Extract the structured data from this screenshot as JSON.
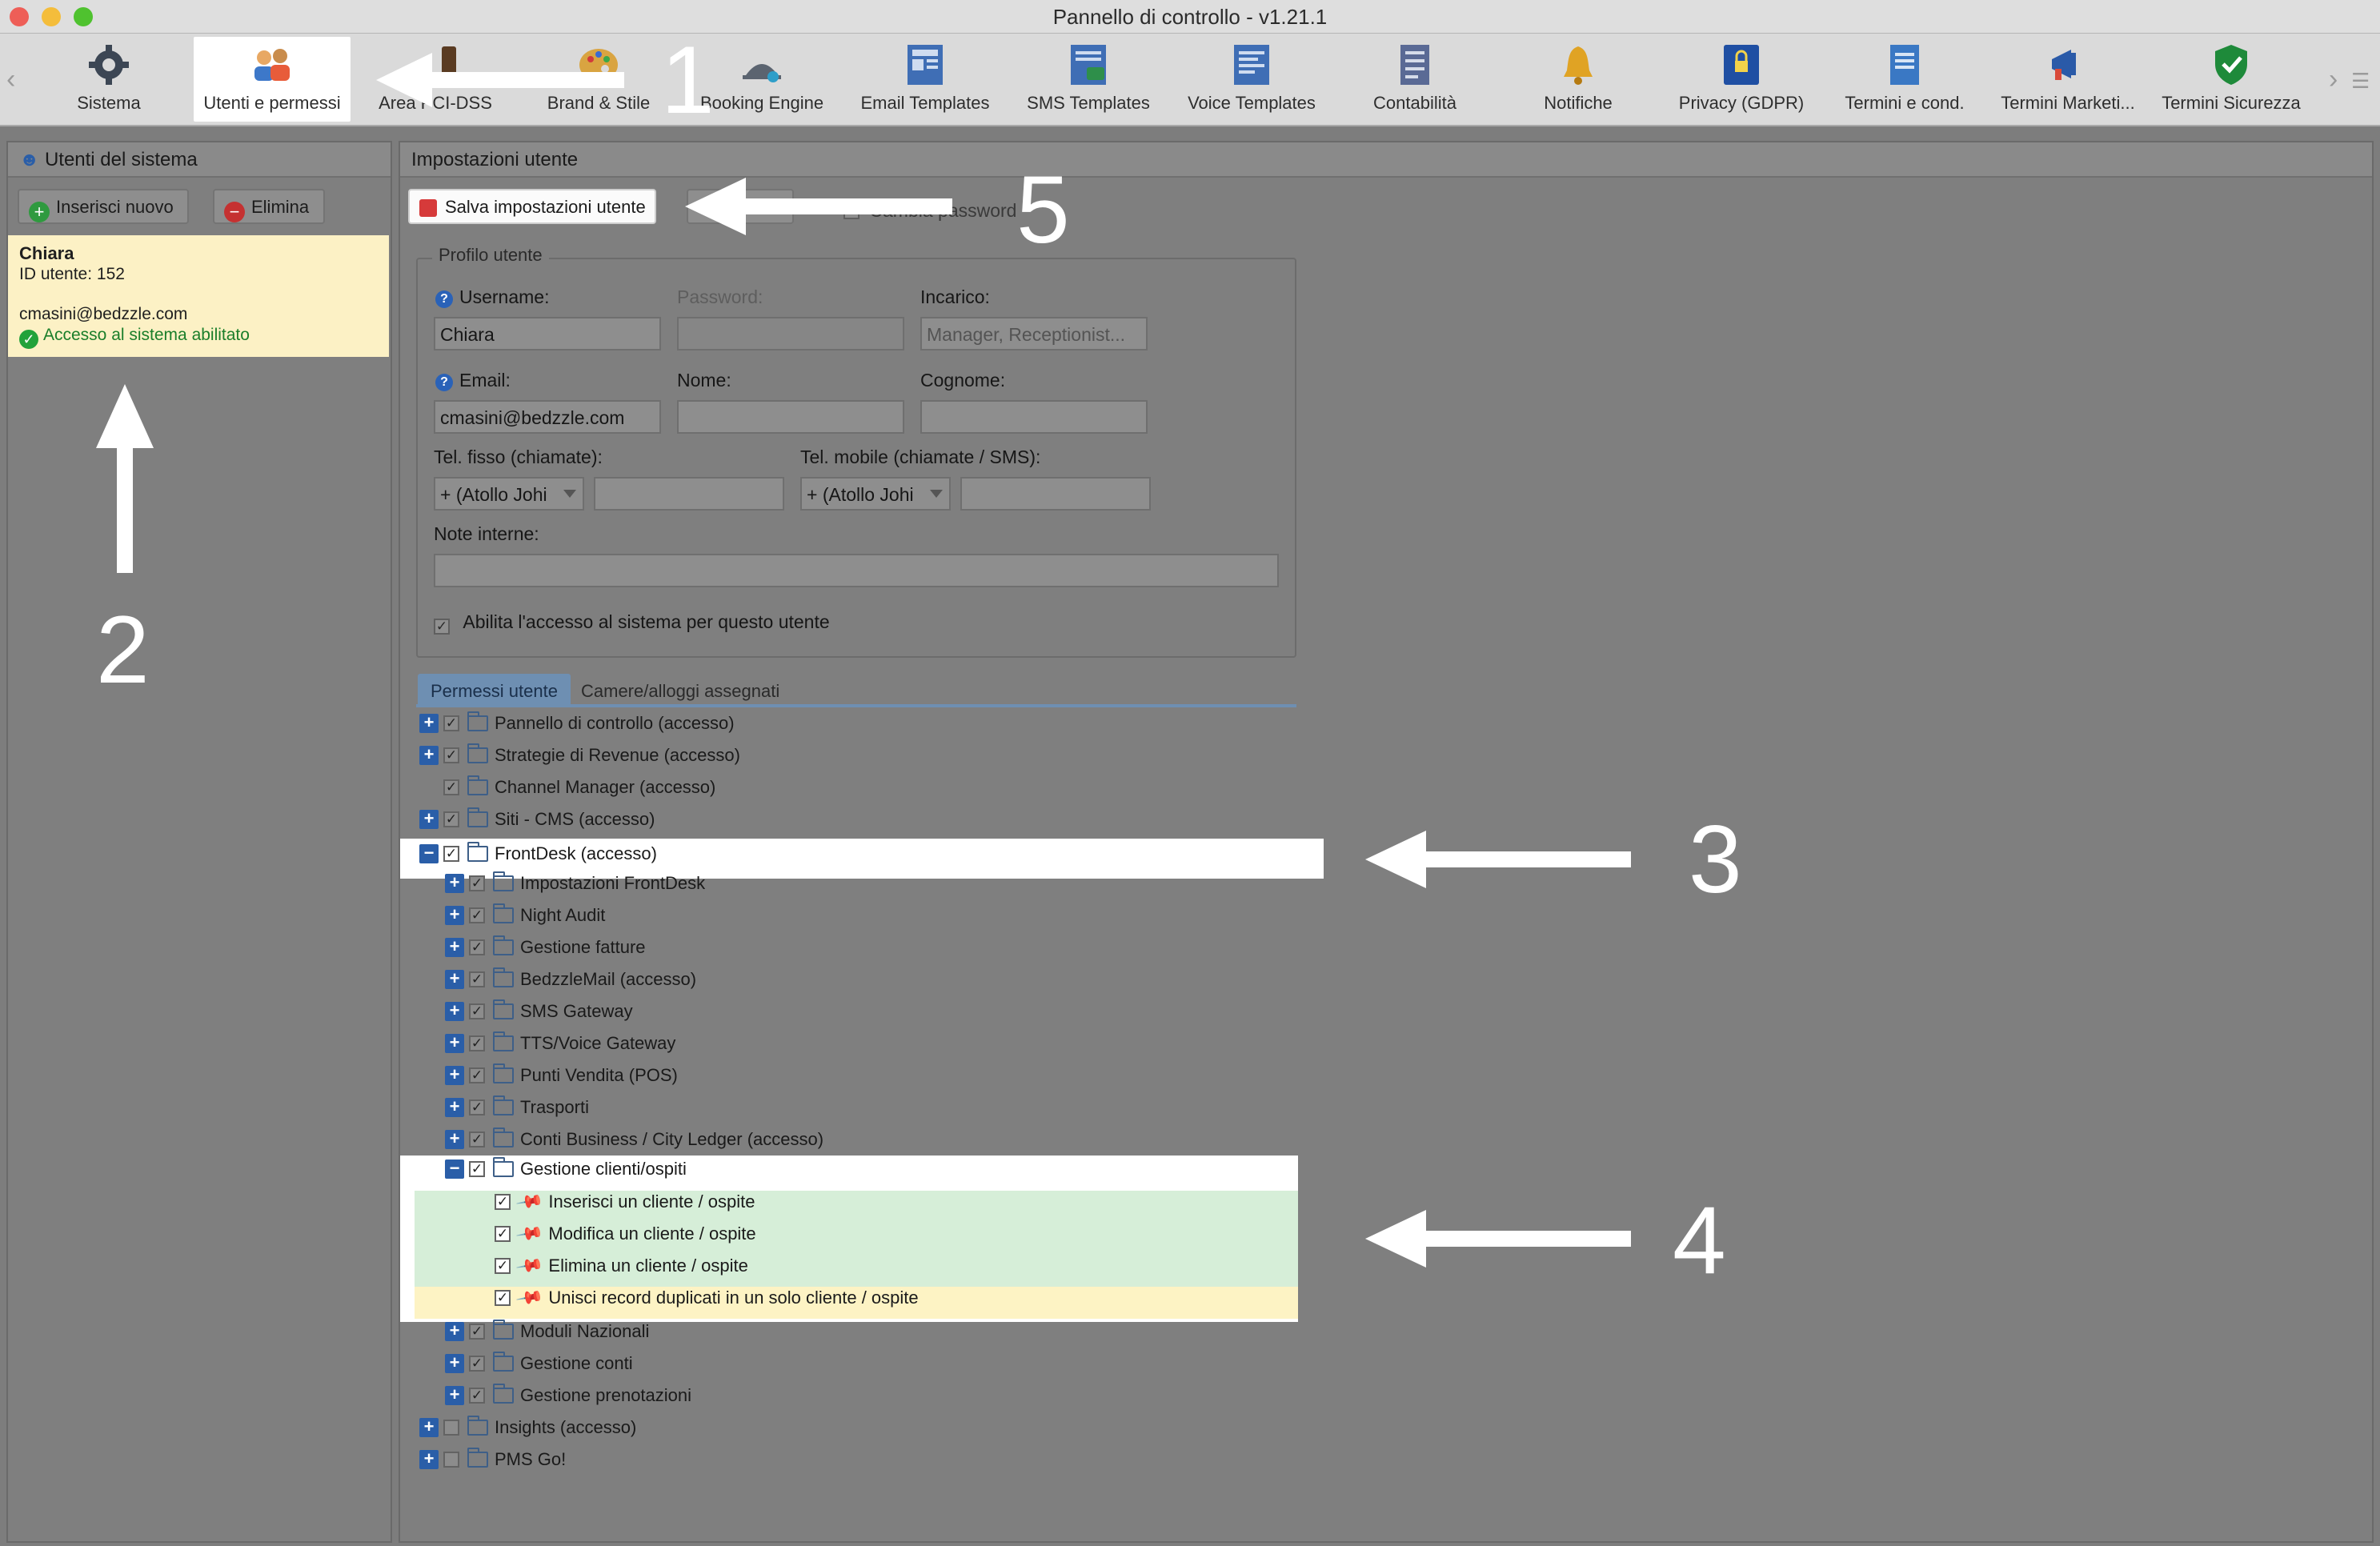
{
  "window": {
    "title": "Pannello di controllo - v1.21.1"
  },
  "toolbar": {
    "items": [
      {
        "label": "Sistema",
        "icon": "gear-icon"
      },
      {
        "label": "Utenti e permessi",
        "icon": "users-icon"
      },
      {
        "label": "Area PCI-DSS",
        "icon": "card-icon"
      },
      {
        "label": "Brand & Stile",
        "icon": "palette-icon"
      },
      {
        "label": "Booking Engine",
        "icon": "booking-icon"
      },
      {
        "label": "Email Templates",
        "icon": "email-template-icon"
      },
      {
        "label": "SMS Templates",
        "icon": "sms-template-icon"
      },
      {
        "label": "Voice Templates",
        "icon": "voice-template-icon"
      },
      {
        "label": "Contabilità",
        "icon": "accounting-icon"
      },
      {
        "label": "Notifiche",
        "icon": "bell-icon"
      },
      {
        "label": "Privacy (GDPR)",
        "icon": "privacy-lock-icon"
      },
      {
        "label": "Termini e cond.",
        "icon": "document-icon"
      },
      {
        "label": "Termini Marketi...",
        "icon": "megaphone-icon"
      },
      {
        "label": "Termini Sicurezza",
        "icon": "shield-icon"
      }
    ]
  },
  "users_panel": {
    "title": "Utenti del sistema",
    "add_label": "Inserisci nuovo",
    "delete_label": "Elimina",
    "selected_user": {
      "name": "Chiara",
      "id_line": "ID utente: 152",
      "email": "cmasini@bedzzle.com",
      "status": "Accesso al sistema abilitato"
    }
  },
  "settings_panel": {
    "title": "Impostazioni utente",
    "save_label": "Salva impostazioni utente",
    "change_password_label": "Cambia password",
    "profile_legend": "Profilo utente",
    "fields": {
      "username_label": "Username:",
      "username_value": "Chiara",
      "password_label": "Password:",
      "role_label": "Incarico:",
      "role_placeholder": "Manager, Receptionist...",
      "email_label": "Email:",
      "email_value": "cmasini@bedzzle.com",
      "name_label": "Nome:",
      "surname_label": "Cognome:",
      "phone_label": "Tel. fisso (chiamate):",
      "phone_prefix": "+ (Atollo Johi",
      "mobile_label": "Tel. mobile (chiamate / SMS):",
      "mobile_prefix": "+ (Atollo Johi",
      "notes_label": "Note interne:",
      "enable_access_label": "Abilita l'accesso al sistema per questo utente"
    },
    "tabs": [
      "Permessi utente",
      "Camere/alloggi assegnati"
    ],
    "tree": [
      {
        "label": "Pannello di controllo (accesso)"
      },
      {
        "label": "Strategie di Revenue (accesso)"
      },
      {
        "label": "Channel Manager (accesso)"
      },
      {
        "label": "Siti - CMS (accesso)"
      },
      {
        "label": "FrontDesk (accesso)"
      },
      {
        "label": "Impostazioni FrontDesk"
      },
      {
        "label": "Night Audit"
      },
      {
        "label": "Gestione fatture"
      },
      {
        "label": "BedzzleMail (accesso)"
      },
      {
        "label": "SMS Gateway"
      },
      {
        "label": "TTS/Voice Gateway"
      },
      {
        "label": "Punti Vendita (POS)"
      },
      {
        "label": "Trasporti"
      },
      {
        "label": "Conti Business / City Ledger (accesso)"
      },
      {
        "label": "Gestione clienti/ospiti"
      },
      {
        "label": "Inserisci un cliente / ospite"
      },
      {
        "label": "Modifica un cliente / ospite"
      },
      {
        "label": "Elimina un cliente / ospite"
      },
      {
        "label": "Unisci record duplicati in un solo cliente / ospite"
      },
      {
        "label": "Moduli Nazionali"
      },
      {
        "label": "Gestione conti"
      },
      {
        "label": "Gestione prenotazioni"
      },
      {
        "label": "Insights (accesso)"
      },
      {
        "label": "PMS Go!"
      }
    ]
  },
  "annotations": [
    "1",
    "2",
    "3",
    "4",
    "5"
  ],
  "colors": {
    "highlight_white": "#ffffff",
    "highlight_green": "#d6eed8",
    "highlight_yellow": "#fdf3c4",
    "accent_blue": "#2a5ea8",
    "annotation": "#ffffff"
  }
}
